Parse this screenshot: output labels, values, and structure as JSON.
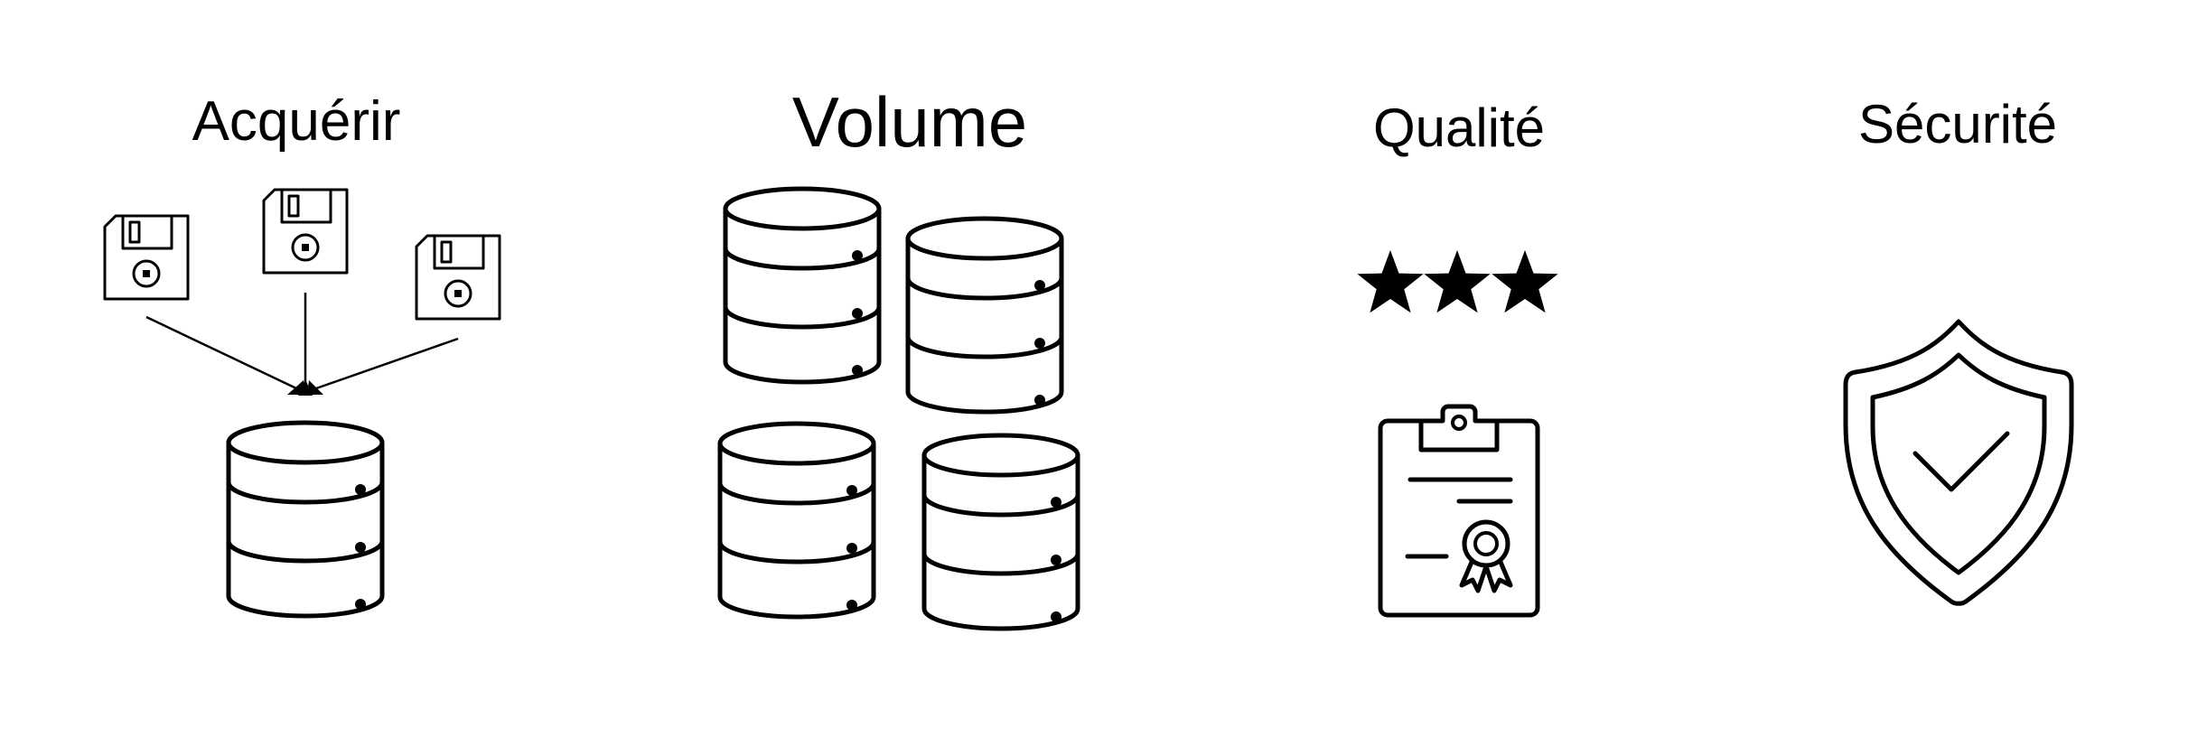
{
  "panels": {
    "acquerir": {
      "title": "Acquérir"
    },
    "volume": {
      "title": "Volume"
    },
    "qualite": {
      "title": "Qualité",
      "stars": 3
    },
    "securite": {
      "title": "Sécurité"
    }
  },
  "icons": {
    "acquerir": [
      "floppy-disk-icon",
      "floppy-disk-icon",
      "floppy-disk-icon",
      "arrow-icon",
      "database-icon"
    ],
    "volume": [
      "database-icon",
      "database-icon",
      "database-icon",
      "database-icon"
    ],
    "qualite": [
      "star-icon",
      "star-icon",
      "star-icon",
      "certificate-clipboard-icon"
    ],
    "securite": [
      "shield-check-icon"
    ]
  },
  "colors": {
    "stroke": "#000000",
    "background": "#ffffff"
  }
}
